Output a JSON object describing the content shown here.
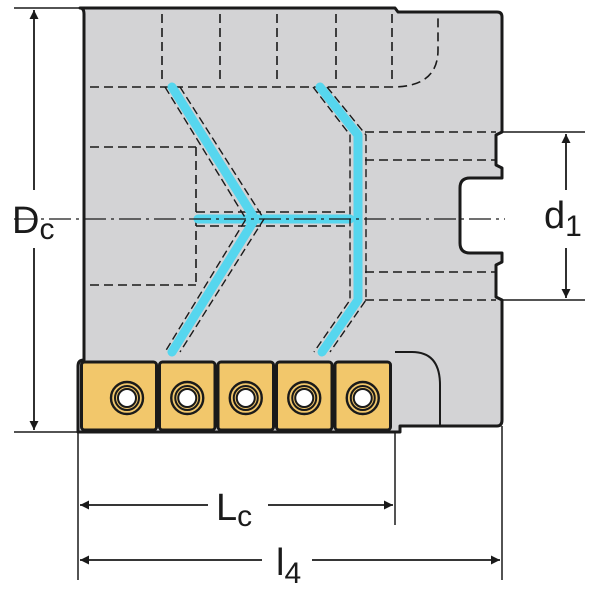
{
  "labels": {
    "dc_main": "D",
    "dc_sub": "c",
    "d1_main": "d",
    "d1_sub": "1",
    "lc_main": "L",
    "lc_sub": "c",
    "l4_main": "l",
    "l4_sub": "4"
  },
  "inserts": {
    "count": 5
  },
  "colors": {
    "body": "#d3d3d5",
    "outline": "#1a1a1a",
    "coolant": "#56d6ee",
    "insert": "#f2c76b",
    "background": "#ffffff"
  }
}
